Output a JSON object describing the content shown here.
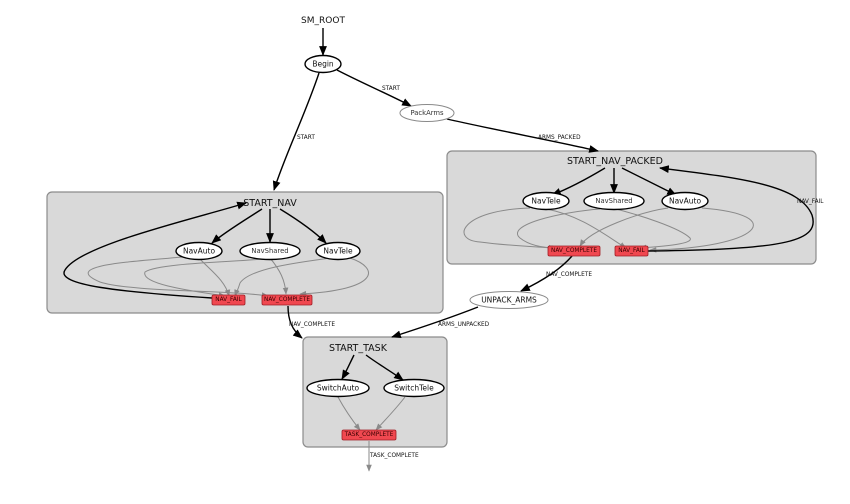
{
  "root_label": "SM_ROOT",
  "nodes": {
    "begin": "Begin",
    "pack_arms": "PackArms",
    "unpack_arms": "UNPACK_ARMS"
  },
  "clusters": {
    "start_nav": {
      "title": "START_NAV",
      "states": [
        "NavAuto",
        "NavShared",
        "NavTele"
      ],
      "outcomes": [
        "NAV_FAIL",
        "NAV_COMPLETE"
      ]
    },
    "start_nav_packed": {
      "title": "START_NAV_PACKED",
      "states": [
        "NavTele",
        "NavShared",
        "NavAuto"
      ],
      "outcomes": [
        "NAV_COMPLETE",
        "NAV_FAIL"
      ]
    },
    "start_task": {
      "title": "START_TASK",
      "states": [
        "SwitchAuto",
        "SwitchTele"
      ],
      "outcomes": [
        "TASK_COMPLETE"
      ]
    }
  },
  "edge_labels": {
    "begin_to_pack": "START",
    "begin_to_nav": "START",
    "pack_to_nav_packed": "ARMS_PACKED",
    "nav_packed_fail": "NAV_FAIL",
    "nav_packed_complete": "NAV_COMPLETE",
    "unpack_to_task": "ARMS_UNPACKED",
    "nav_complete_to_task": "NAV_COMPLETE",
    "task_complete": "TASK_COMPLETE"
  },
  "colors": {
    "cluster_fill": "#d9d9d9",
    "outcome_fill": "#f04850",
    "active_edge": "#000000",
    "inactive_edge": "#8a8a8a"
  }
}
